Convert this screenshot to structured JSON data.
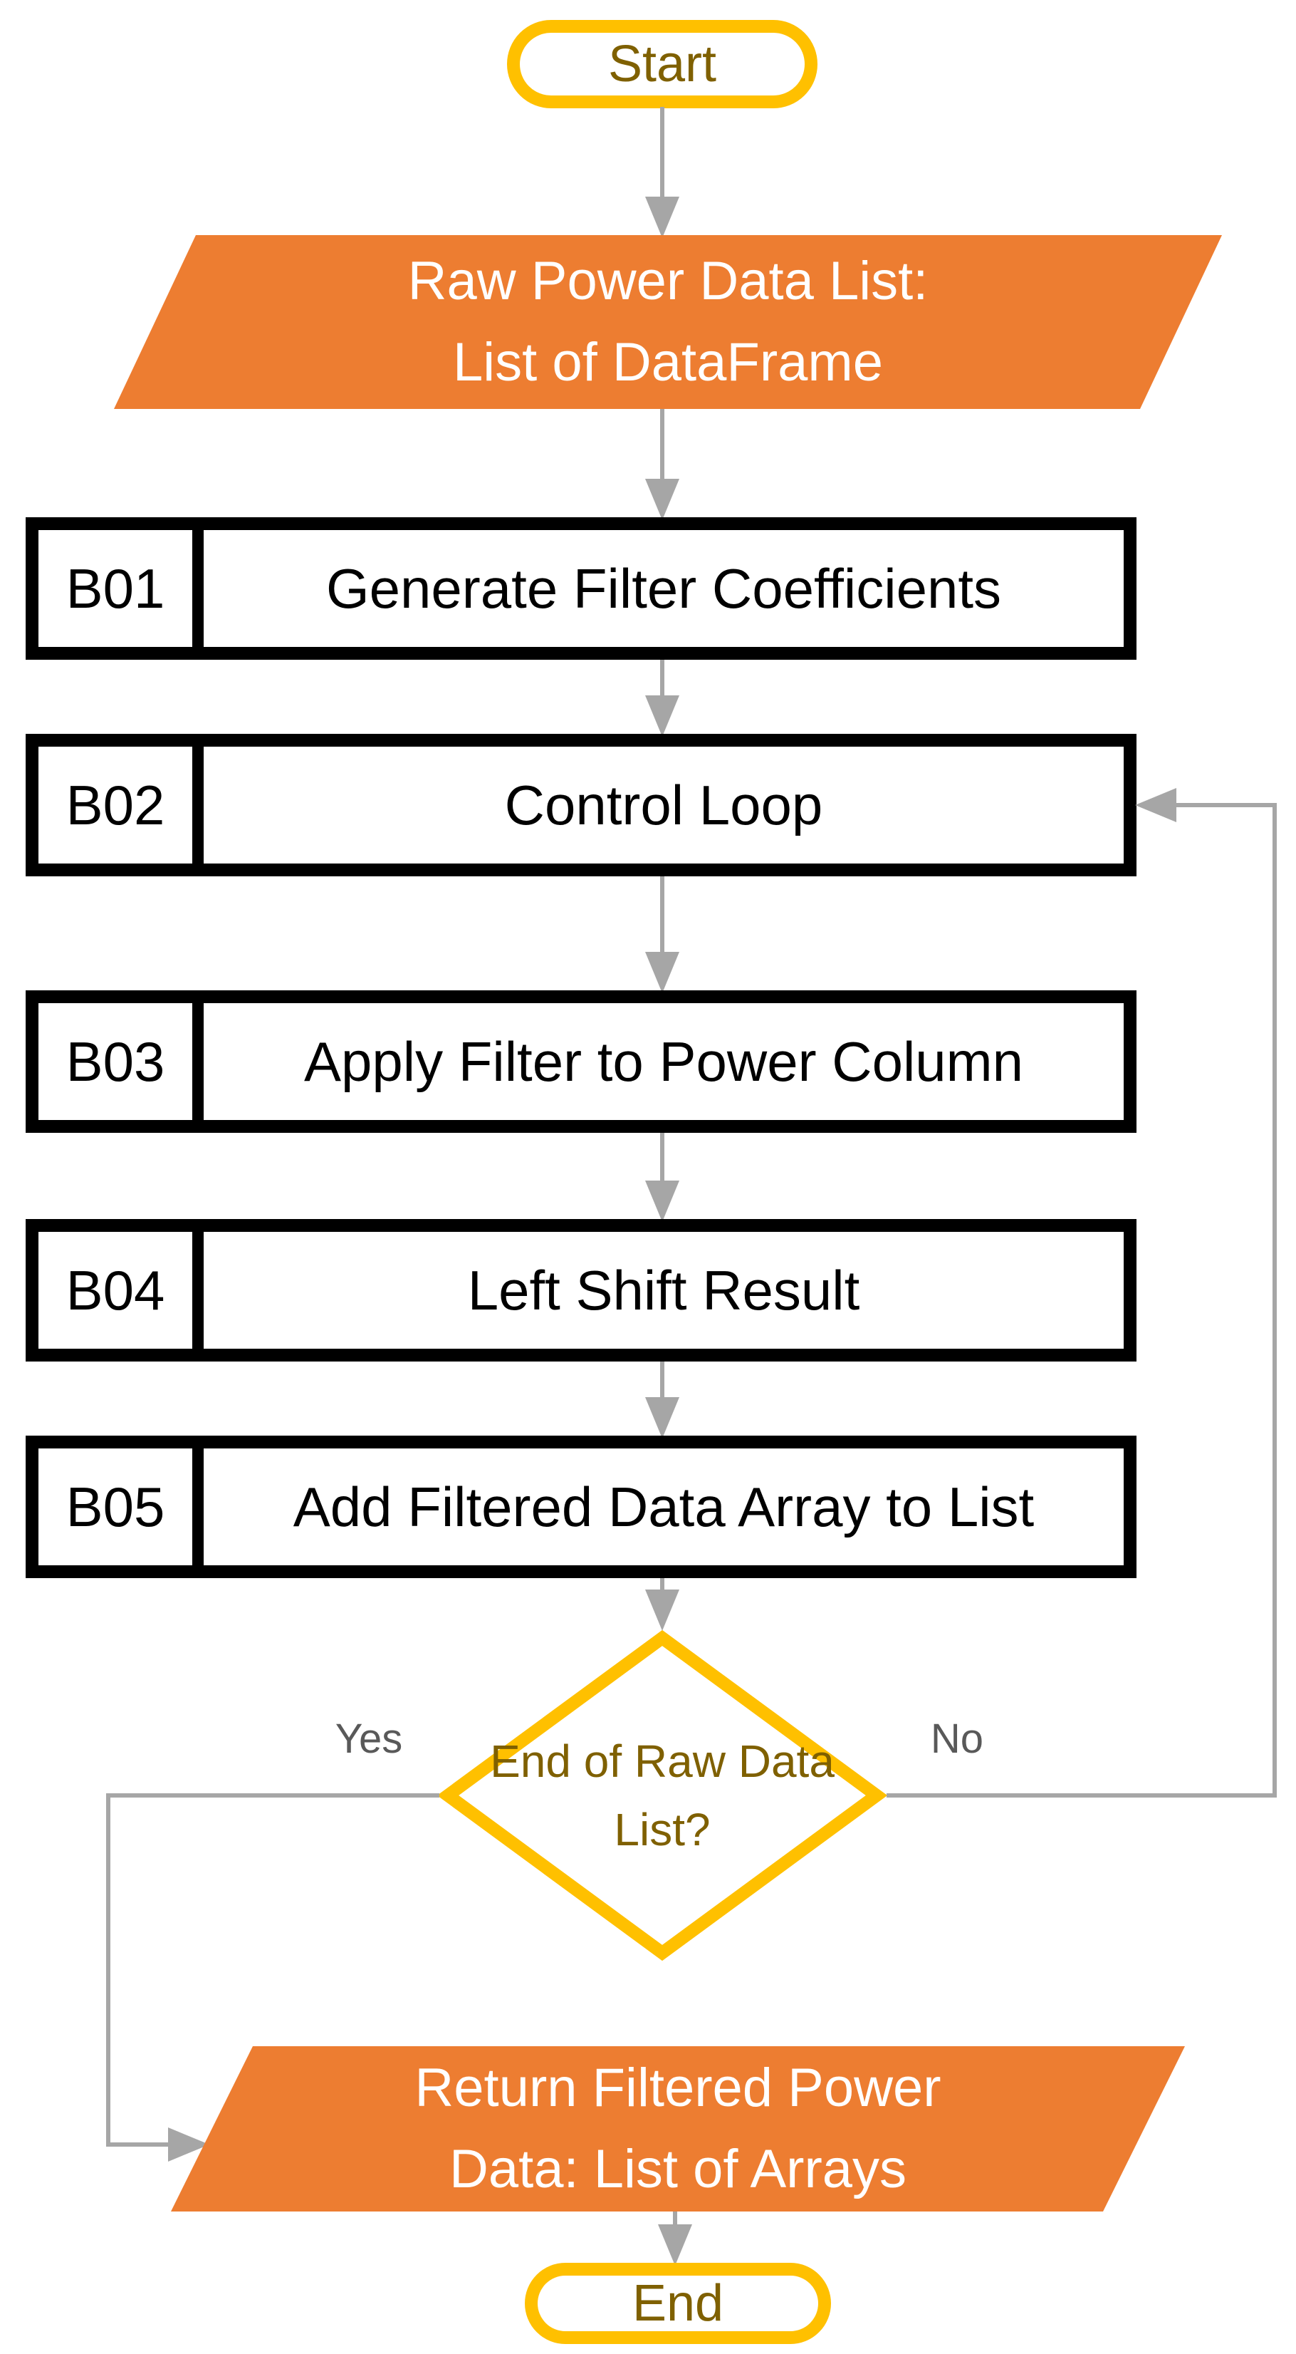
{
  "colors": {
    "orange": "#ED7D31",
    "yellow": "#FFC000",
    "gold_text": "#7F6000",
    "connector_gray": "#A6A6A6",
    "edge_label_gray": "#595959",
    "process_border": "#000000",
    "background": "#FFFFFF"
  },
  "nodes": {
    "start": {
      "label": "Start"
    },
    "input": {
      "lines": [
        "Raw Power Data List:",
        "List of DataFrame"
      ]
    },
    "b01": {
      "id": "B01",
      "label": "Generate Filter Coefficients"
    },
    "b02": {
      "id": "B02",
      "label": "Control Loop"
    },
    "b03": {
      "id": "B03",
      "label": "Apply Filter to Power Column"
    },
    "b04": {
      "id": "B04",
      "label": "Left Shift Result"
    },
    "b05": {
      "id": "B05",
      "label": "Add Filtered Data Array to List"
    },
    "decision": {
      "lines": [
        "End of Raw Data",
        "List?"
      ]
    },
    "output": {
      "lines": [
        "Return Filtered Power",
        "Data: List of Arrays"
      ]
    },
    "end": {
      "label": "End"
    }
  },
  "edges": {
    "yes_label": "Yes",
    "no_label": "No"
  }
}
